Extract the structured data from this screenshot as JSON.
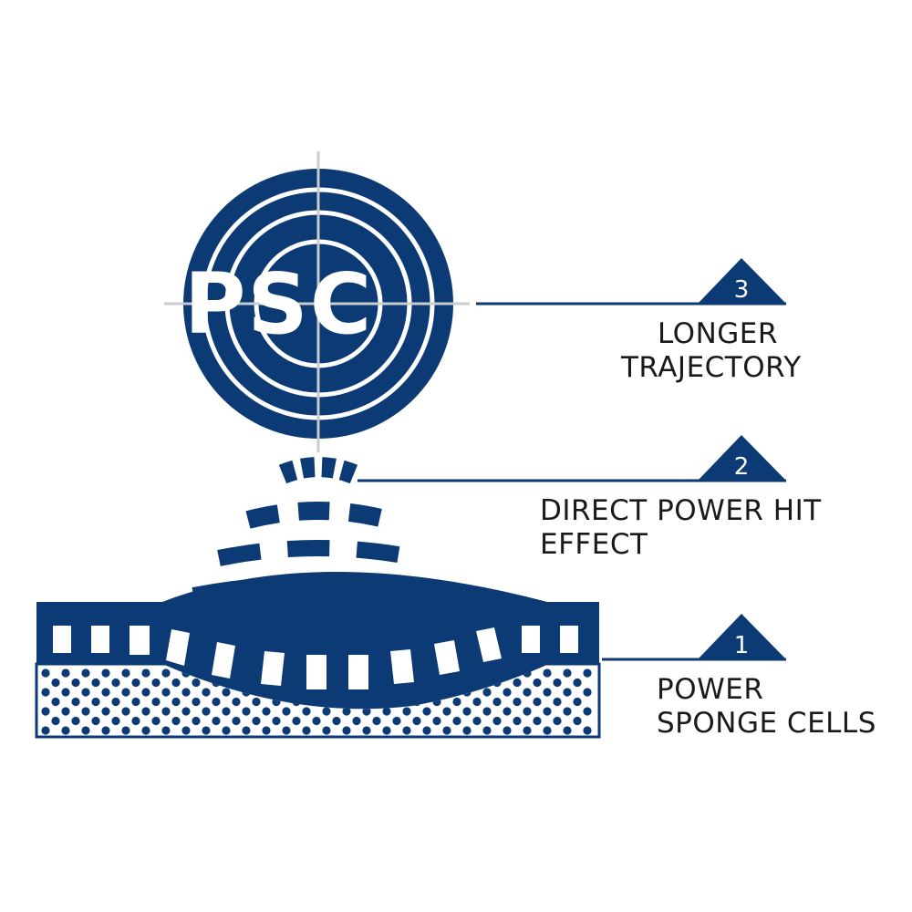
{
  "colors": {
    "primary": "#0b3a74",
    "background": "#ffffff",
    "rings": "#ffffff",
    "crosshair": "#c8cbd0"
  },
  "logo": {
    "text": "PSC"
  },
  "callouts": [
    {
      "number": "3",
      "line1": "LONGER",
      "line2": "TRAJECTORY"
    },
    {
      "number": "2",
      "line1": "DIRECT POWER HIT",
      "line2": "EFFECT"
    },
    {
      "number": "1",
      "line1": "POWER",
      "line2": "SPONGE CELLS"
    }
  ]
}
